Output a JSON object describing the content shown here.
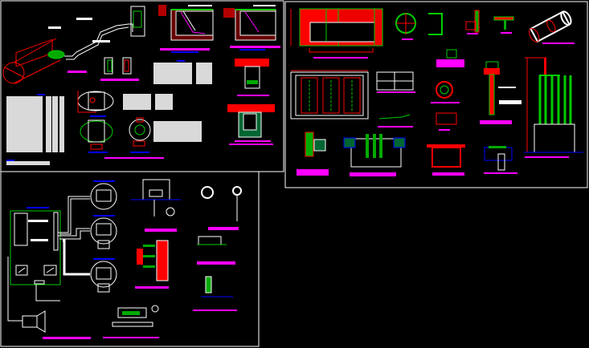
{
  "colors": {
    "background": "#000000",
    "sheet_border": "#ffffff",
    "line_white": "#ffffff",
    "line_red": "#ff0000",
    "line_green": "#00cc00",
    "label_magenta": "#ff00ff",
    "label_blue": "#0000ff"
  },
  "sheets": [
    {
      "id": "sheet-1"
    },
    {
      "id": "sheet-2"
    },
    {
      "id": "sheet-3"
    }
  ]
}
